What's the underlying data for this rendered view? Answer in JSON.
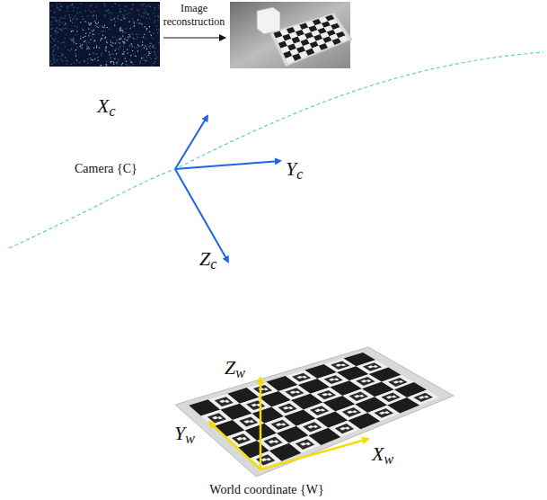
{
  "diagram": {
    "labels": [
      "Image reconstruction",
      "Camera {C}",
      "Xc",
      "Yc",
      "Zc",
      "Zw",
      "Yw",
      "Xw",
      "World coordinate {W}"
    ]
  }
}
